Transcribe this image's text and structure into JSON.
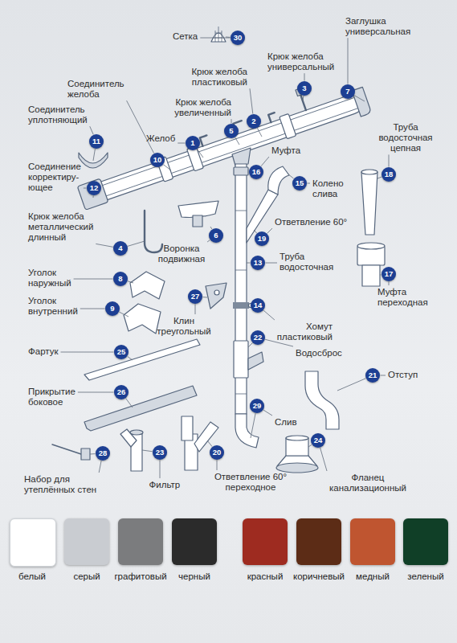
{
  "diagram": {
    "nodes": [
      {
        "text": [
          "30",
          "Сетка"
        ]
      },
      {
        "text": [
          "7",
          "Заглушка универсальная"
        ]
      },
      {
        "text": [
          "3",
          "Крюк желоба универсальный"
        ]
      },
      {
        "text": [
          "10",
          "Соединитель желоба"
        ]
      },
      {
        "text": [
          "2",
          "Крюк желоба пластиковый"
        ]
      },
      {
        "text": [
          "11",
          "Соединитель уплотняющий"
        ]
      },
      {
        "text": [
          "5",
          "Крюк желоба увеличенный"
        ]
      },
      {
        "text": [
          "1",
          "Желоб"
        ]
      },
      {
        "text": [
          "12",
          "Соединение корректиру- ющее"
        ]
      },
      {
        "text": [
          "16",
          "Муфта"
        ]
      },
      {
        "text": [
          "18",
          "Труба водосточная цепная"
        ]
      },
      {
        "text": [
          "15",
          "Колено слива"
        ]
      },
      {
        "text": [
          "19",
          "Ответвление 60°"
        ]
      },
      {
        "text": [
          "6",
          "Воронка подвижная"
        ]
      },
      {
        "text": [
          "4",
          "Крюк желоба металлический длинный"
        ]
      },
      {
        "text": [
          "13",
          "Труба водосточная"
        ]
      },
      {
        "text": [
          "17",
          "Муфта переходная"
        ]
      },
      {
        "text": [
          "8",
          "Уголок наружный"
        ]
      },
      {
        "text": [
          "14",
          "Хомут пластиковый"
        ]
      },
      {
        "text": [
          "27",
          "Клин треугольный"
        ]
      },
      {
        "text": [
          "9",
          "Уголок внутренний"
        ]
      },
      {
        "text": [
          "22",
          "Водосброс"
        ]
      },
      {
        "text": [
          "25",
          "Фартук"
        ]
      },
      {
        "text": [
          "21",
          "Отступ"
        ]
      },
      {
        "text": [
          "26",
          "Прикрытие боковое"
        ]
      },
      {
        "text": [
          "29",
          "Слив"
        ]
      },
      {
        "text": [
          "24",
          "Фланец канализационный"
        ]
      },
      {
        "text": [
          "28",
          "Набор для утеплённых стен"
        ]
      },
      {
        "text": [
          "23",
          "Фильтр"
        ]
      },
      {
        "text": [
          "20",
          "Ответвление 60° переходное"
        ]
      }
    ],
    "legend": [
      {
        "text": "белый",
        "color": "#ffffff"
      },
      {
        "text": "серый",
        "color": "#c9ccd1"
      },
      {
        "text": "графитовый",
        "color": "#7b7c7e"
      },
      {
        "text": "черный",
        "color": "#2b2b2b"
      },
      {
        "text": "красный",
        "color": "#9e2b20"
      },
      {
        "text": "коричневый",
        "color": "#5c2c16"
      },
      {
        "text": "медный",
        "color": "#bf5530"
      },
      {
        "text": "зеленый",
        "color": "#103f27"
      }
    ]
  }
}
